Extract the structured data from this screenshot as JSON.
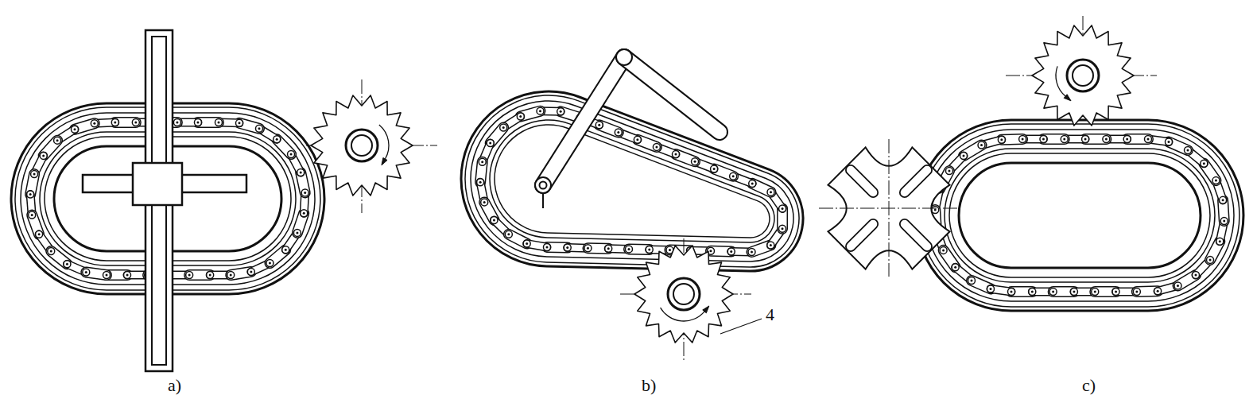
{
  "diagram": {
    "labels": [
      "4",
      "a)",
      "b)",
      "c)"
    ]
  }
}
